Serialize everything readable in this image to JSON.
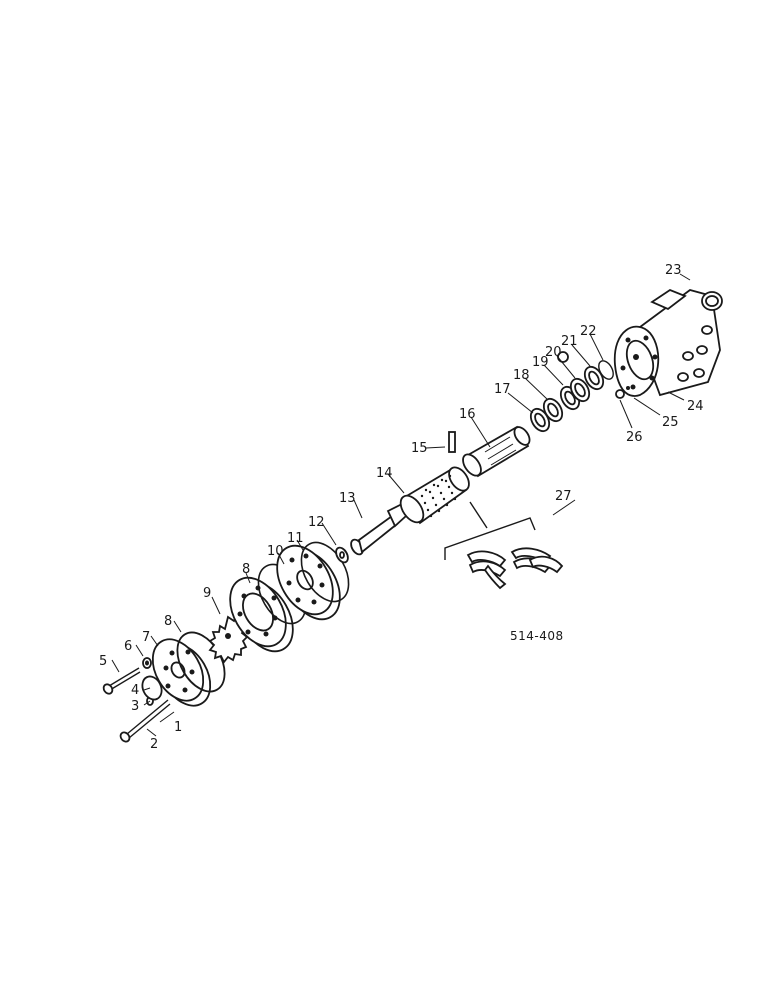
{
  "figure": {
    "reference_code": "514-408",
    "callouts": [
      {
        "id": "1",
        "label": "1"
      },
      {
        "id": "2",
        "label": "2"
      },
      {
        "id": "3",
        "label": "3"
      },
      {
        "id": "4",
        "label": "4"
      },
      {
        "id": "5",
        "label": "5"
      },
      {
        "id": "6",
        "label": "6"
      },
      {
        "id": "7",
        "label": "7"
      },
      {
        "id": "8a",
        "label": "8"
      },
      {
        "id": "8b",
        "label": "8"
      },
      {
        "id": "9",
        "label": "9"
      },
      {
        "id": "10",
        "label": "10"
      },
      {
        "id": "11",
        "label": "11"
      },
      {
        "id": "12",
        "label": "12"
      },
      {
        "id": "13",
        "label": "13"
      },
      {
        "id": "14",
        "label": "14"
      },
      {
        "id": "15",
        "label": "15"
      },
      {
        "id": "16",
        "label": "16"
      },
      {
        "id": "17",
        "label": "17"
      },
      {
        "id": "18",
        "label": "18"
      },
      {
        "id": "19",
        "label": "19"
      },
      {
        "id": "20",
        "label": "20"
      },
      {
        "id": "21",
        "label": "21"
      },
      {
        "id": "22",
        "label": "22"
      },
      {
        "id": "23",
        "label": "23"
      },
      {
        "id": "24",
        "label": "24"
      },
      {
        "id": "25",
        "label": "25"
      },
      {
        "id": "26",
        "label": "26"
      },
      {
        "id": "27",
        "label": "27"
      }
    ]
  }
}
